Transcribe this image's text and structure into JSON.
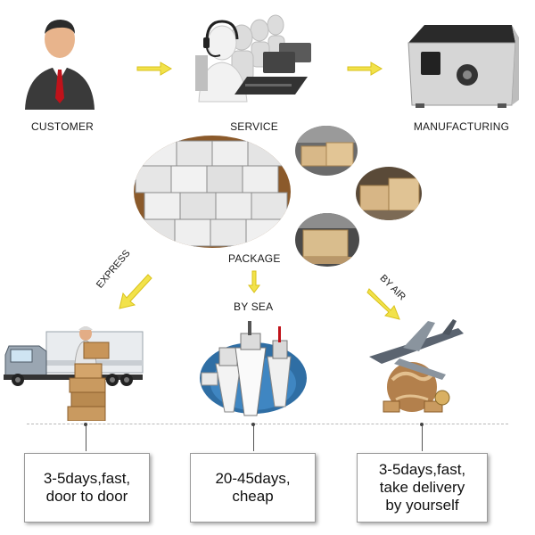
{
  "steps": {
    "customer": "CUSTOMER",
    "service": "SERVICE",
    "manufacturing": "MANUFACTURING"
  },
  "package_label": "PACKAGE",
  "methods": {
    "express": "EXPRESS",
    "sea": "BY SEA",
    "air": "BY AIR"
  },
  "boxes": {
    "express": "3-5days,fast,\ndoor to door",
    "sea": "20-45days,\ncheap",
    "air": "3-5days,fast,\ntake delivery\nby yourself"
  },
  "colors": {
    "arrow": "#f2e24a",
    "arrow_edge": "#d9c21b"
  }
}
